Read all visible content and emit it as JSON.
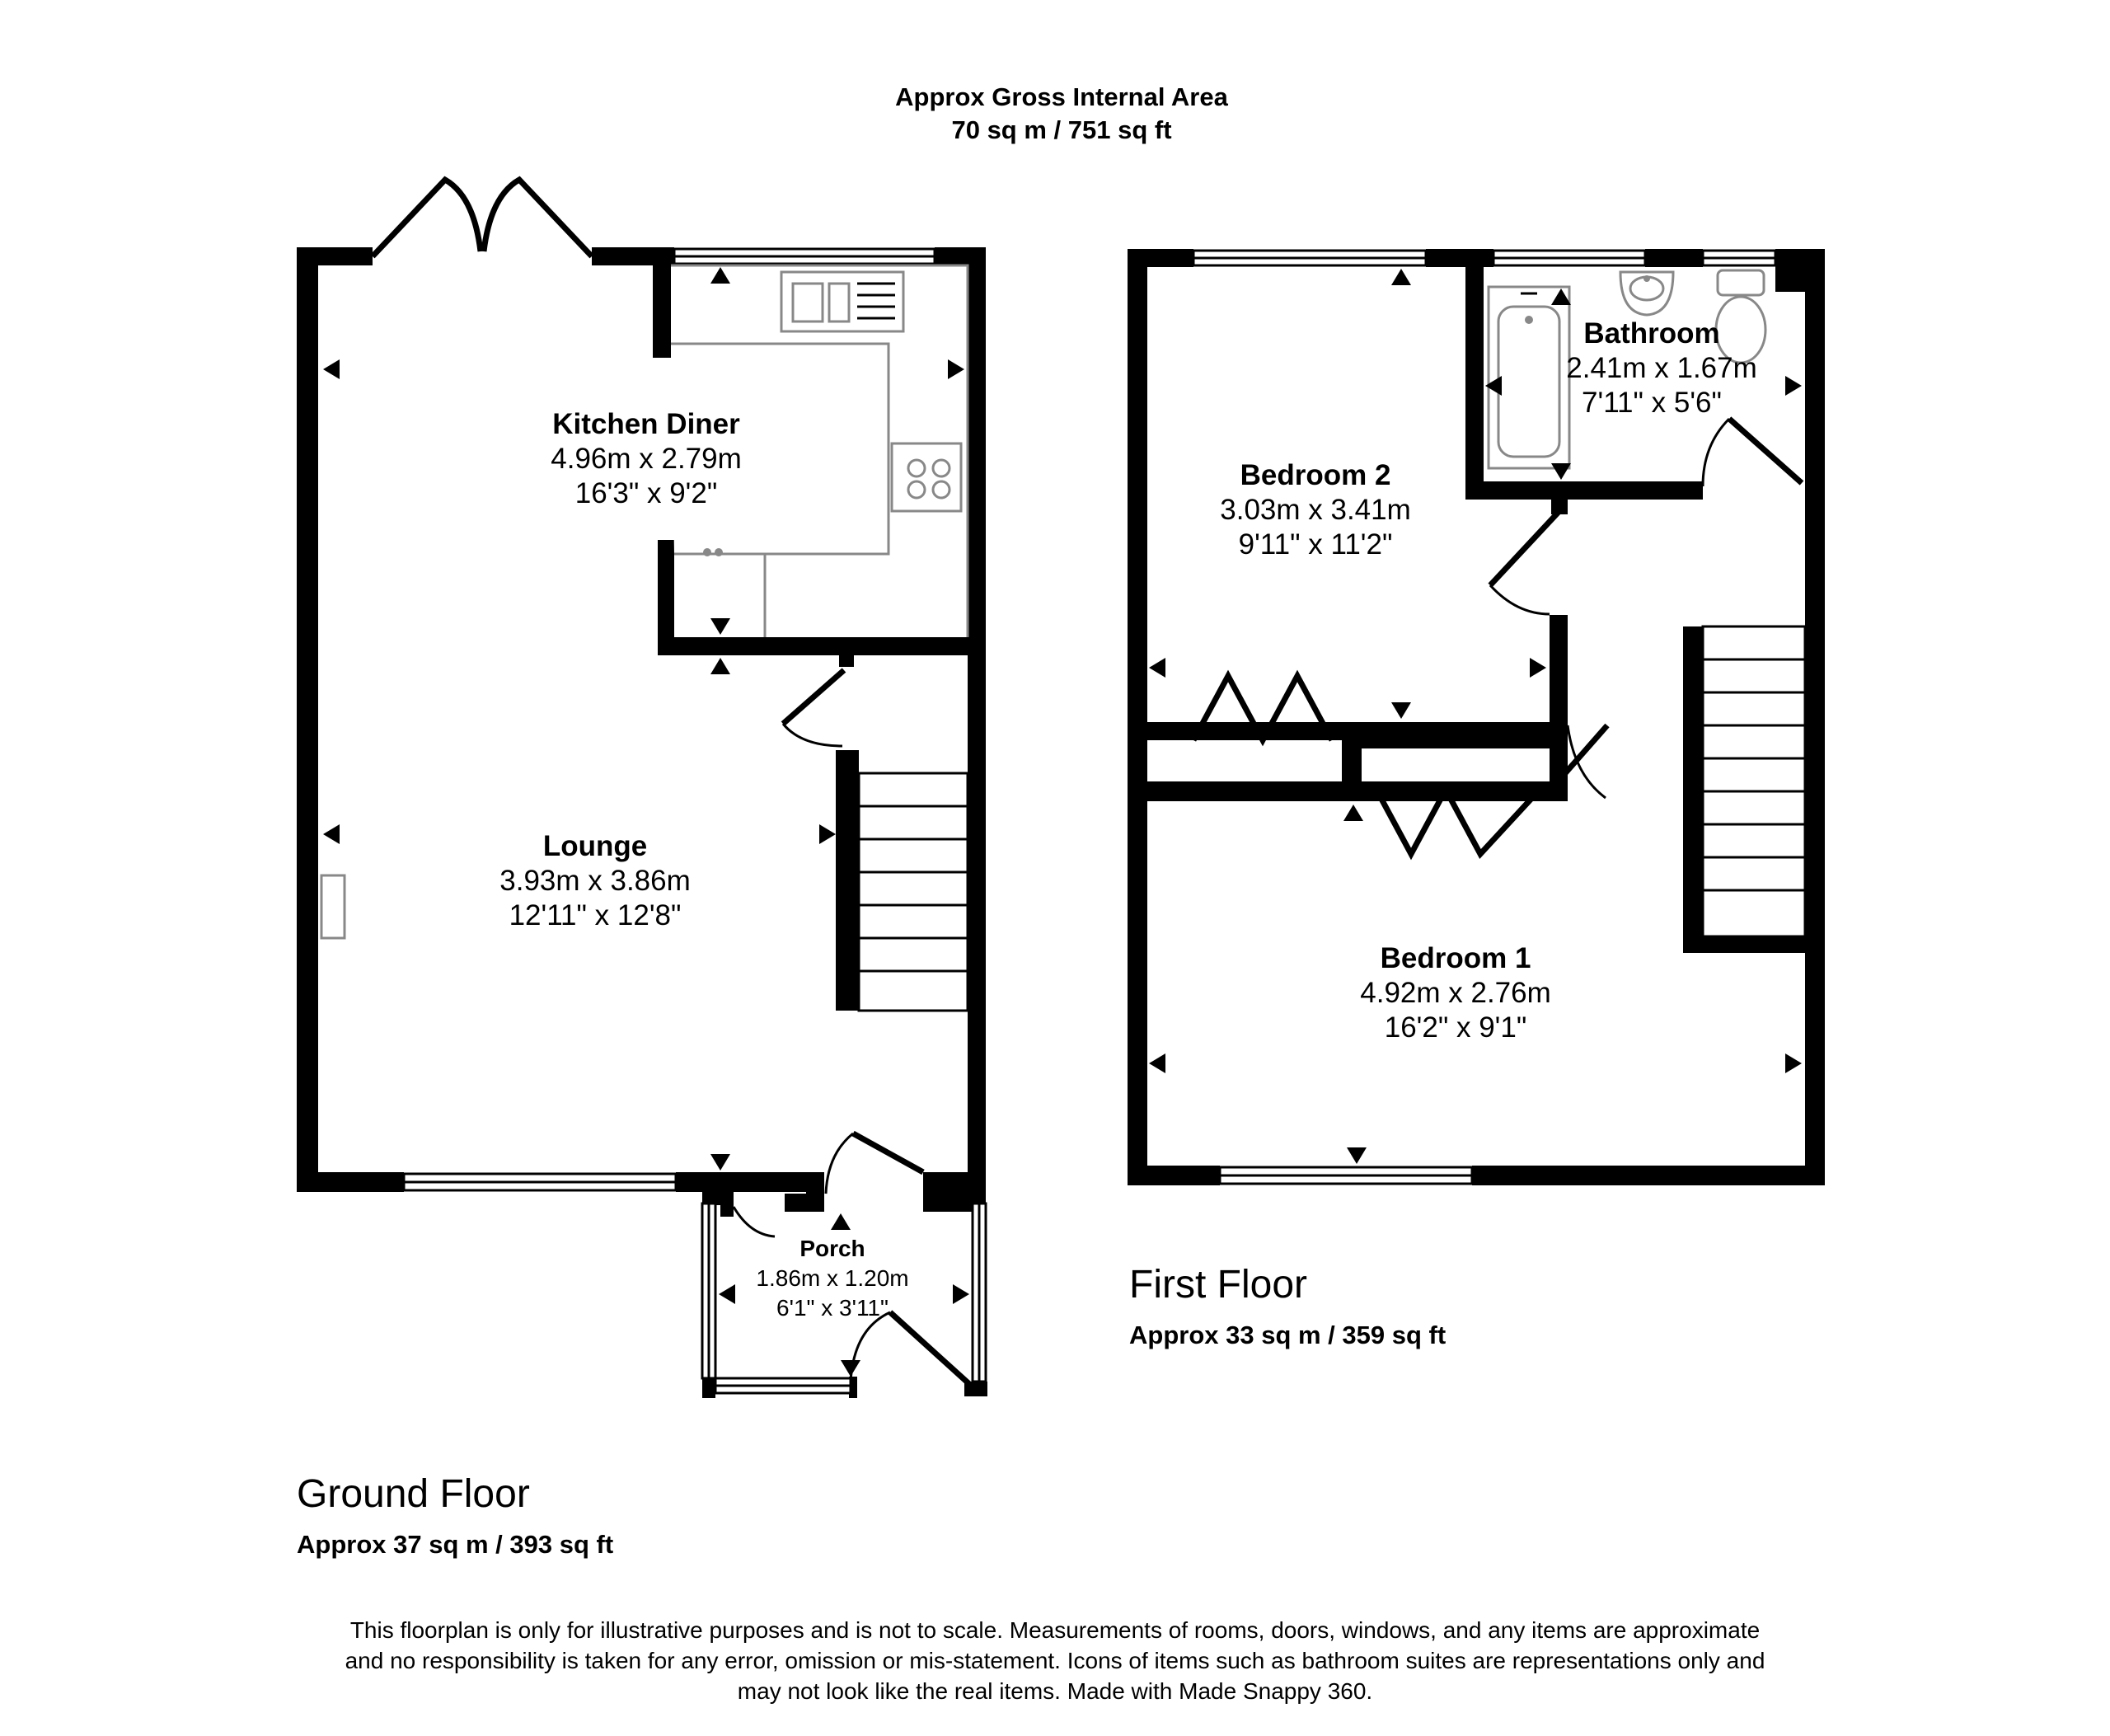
{
  "header": {
    "title": "Approx Gross Internal Area",
    "area": "70 sq m / 751 sq ft"
  },
  "floors": {
    "ground": {
      "name": "Ground Floor",
      "area": "Approx 37 sq m / 393 sq ft",
      "rooms": {
        "kitchen": {
          "name": "Kitchen Diner",
          "metric": "4.96m x 2.79m",
          "imperial": "16'3\" x 9'2\""
        },
        "lounge": {
          "name": "Lounge",
          "metric": "3.93m x 3.86m",
          "imperial": "12'11\" x 12'8\""
        },
        "porch": {
          "name": "Porch",
          "metric": "1.86m x 1.20m",
          "imperial": "6'1\" x 3'11\""
        }
      }
    },
    "first": {
      "name": "First Floor",
      "area": "Approx 33 sq m / 359 sq ft",
      "rooms": {
        "bedroom2": {
          "name": "Bedroom 2",
          "metric": "3.03m x 3.41m",
          "imperial": "9'11\" x 11'2\""
        },
        "bathroom": {
          "name": "Bathroom",
          "metric": "2.41m x 1.67m",
          "imperial": "7'11\" x 5'6\""
        },
        "bedroom1": {
          "name": "Bedroom 1",
          "metric": "4.92m x 2.76m",
          "imperial": "16'2\" x 9'1\""
        }
      }
    }
  },
  "disclaimer": {
    "line1": "This floorplan is only for illustrative purposes and is not to scale. Measurements of rooms, doors, windows, and any items are approximate",
    "line2": "and no responsibility is taken for any error, omission or mis-statement. Icons of items such as bathroom suites are representations only and",
    "line3": "may not look like the real items. Made with Made Snappy 360."
  },
  "colors": {
    "wall": "#000000",
    "background": "#ffffff",
    "fixture": "#888888"
  },
  "icons": [
    "sink-icon",
    "hob-icon",
    "bath-icon",
    "basin-icon",
    "toilet-icon",
    "fireplace-icon",
    "door-swing-icon",
    "staircase-icon",
    "dimension-arrow-icon"
  ]
}
